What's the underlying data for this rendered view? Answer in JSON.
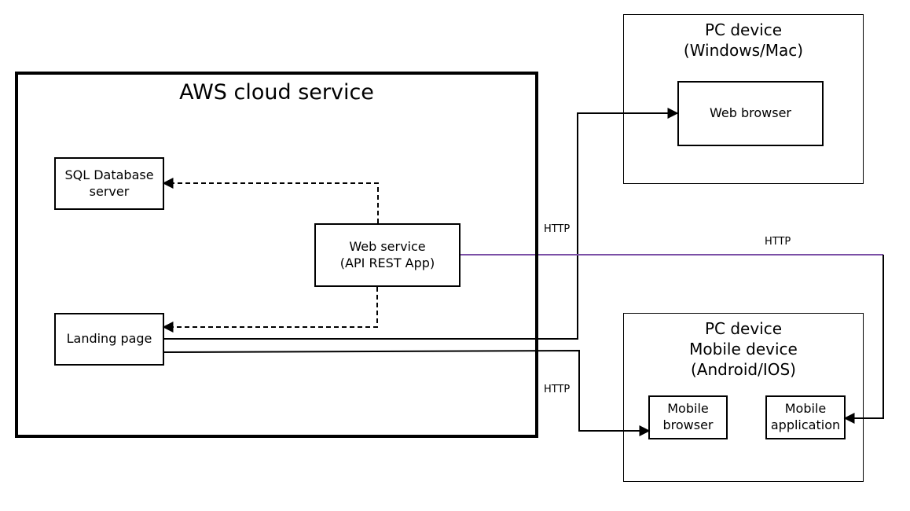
{
  "aws": {
    "title": "AWS cloud service"
  },
  "sql_db": {
    "line1": "SQL Database",
    "line2": "server"
  },
  "web_service": {
    "line1": "Web service",
    "line2": "(API REST App)"
  },
  "landing": {
    "label": "Landing page"
  },
  "pc": {
    "line1": "PC device",
    "line2": "(Windows/Mac)",
    "browser": "Web browser"
  },
  "mobile": {
    "line1": "PC device",
    "line2": "Mobile device",
    "line3": "(Android/IOS)",
    "browser_line1": "Mobile",
    "browser_line2": "browser",
    "app_line1": "Mobile",
    "app_line2": "application"
  },
  "edges": {
    "http_pc": "HTTP",
    "http_app": "HTTP",
    "http_mobile": "HTTP"
  },
  "colors": {
    "line": "#000000",
    "api_link": "#7b4fa6"
  }
}
